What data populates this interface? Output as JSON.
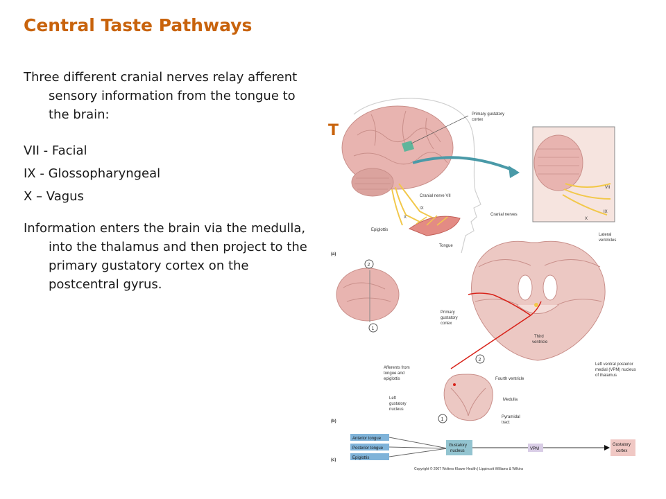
{
  "slide": {
    "title": "Central Taste Pathways",
    "intro": "Three different cranial nerves relay afferent sensory information from the tongue to the brain:",
    "nerves": [
      "VII - Facial",
      "IX - Glossopharyngeal",
      "X – Vagus"
    ],
    "conclusion": "Information enters the brain via the medulla, into the thalamus and then project to the primary gustatory cortex on the postcentral gyrus.",
    "overlay_letter": "T"
  },
  "figure": {
    "panel_a": {
      "tag": "(a)",
      "labels": {
        "primary_gustatory_cortex_1": "Primary gustatory",
        "primary_gustatory_cortex_2": "cortex",
        "cranial_nerve_vii": "Cranial nerve VII",
        "ix": "IX",
        "x": "X",
        "epiglottis": "Epiglottis",
        "tongue": "Tongue",
        "inset_vii": "VII",
        "inset_ix": "IX",
        "inset_x": "X",
        "cranial_nerves": "Cranial nerves"
      }
    },
    "panel_b": {
      "tag": "(b)",
      "labels": {
        "lateral_ventricles_1": "Lateral",
        "lateral_ventricles_2": "ventricles",
        "primary_gustatory_1": "Primary",
        "primary_gustatory_2": "gustatory",
        "primary_gustatory_3": "cortex",
        "third_ventricle_1": "Third",
        "third_ventricle_2": "ventricle",
        "afferents_1": "Afferents from",
        "afferents_2": "tongue and",
        "afferents_3": "epiglottis",
        "vpm_1": "Left ventral posterior",
        "vpm_2": "medial (VPM) nucleus",
        "vpm_3": "of thalamus",
        "fourth_ventricle": "Fourth ventricle",
        "medulla": "Medulla",
        "left_gustatory_1": "Left",
        "left_gustatory_2": "gustatory",
        "left_gustatory_3": "nucleus",
        "pyramidal_1": "Pyramidal",
        "pyramidal_2": "tract",
        "marker_1": "1",
        "marker_2": "2",
        "marker_2b": "2",
        "marker_1b": "1"
      }
    },
    "panel_c": {
      "tag": "(c)",
      "inputs": [
        "Anterior tongue",
        "Posterior tongue",
        "Epiglottis"
      ],
      "nucleus_1": "Gustatory",
      "nucleus_2": "nucleus",
      "vpm": "VPM",
      "cortex_1": "Gustatory",
      "cortex_2": "cortex"
    },
    "copyright": "Copyright © 2007 Wolters Kluwer Health | Lippincott Williams & Wilkins",
    "colors": {
      "title": "#c8630c",
      "brain": "#e8b4b0",
      "nerve": "#f2c84b",
      "arrow": "#4a9aa8",
      "pathway": "#d8231a",
      "input_box": "#7fb3d9",
      "nucleus_box": "#93c4d0",
      "vpm_box": "#d9cde6",
      "cortex_box": "#f0c8c4"
    }
  }
}
